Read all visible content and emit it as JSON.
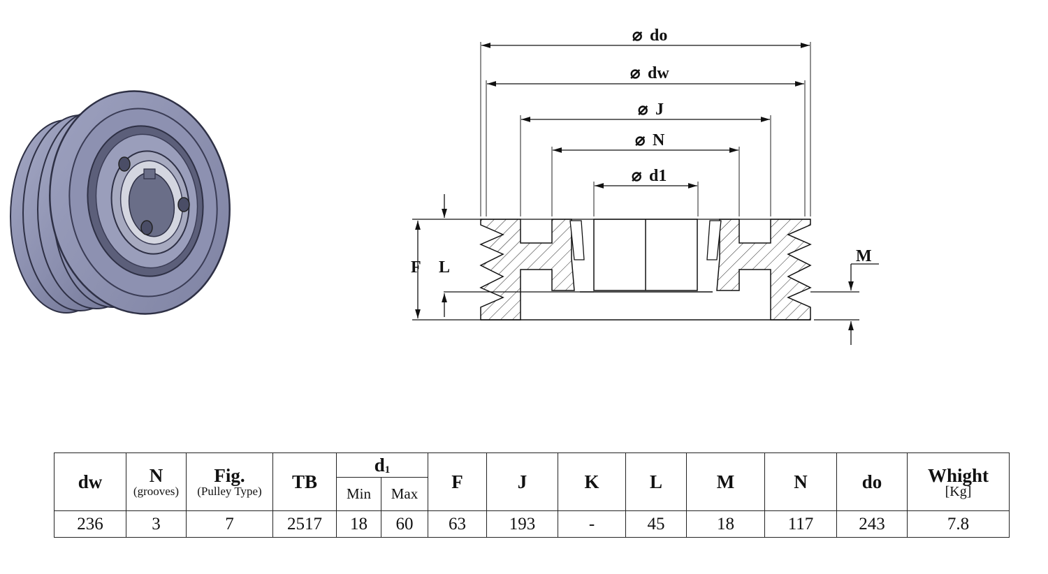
{
  "drawing": {
    "dims": {
      "do": "do",
      "dw": "dw",
      "J": "J",
      "N": "N",
      "d1": "d1",
      "F": "F",
      "L": "L",
      "M": "M"
    },
    "diameter_symbol": "⌀"
  },
  "table": {
    "headers": {
      "dw": "dw",
      "N": "N",
      "N_sub": "(grooves)",
      "Fig": "Fig.",
      "Fig_sub": "(Pulley Type)",
      "TB": "TB",
      "d1_main": "d",
      "d1_sub": "1",
      "min": "Min",
      "max": "Max",
      "F": "F",
      "J": "J",
      "K": "K",
      "L": "L",
      "M": "M",
      "N2": "N",
      "do": "do",
      "weight": "Whight",
      "weight_unit": "[Kg]"
    },
    "row": {
      "dw": "236",
      "N": "3",
      "Fig": "7",
      "TB": "2517",
      "d1_min": "18",
      "d1_max": "60",
      "F": "63",
      "J": "193",
      "K": "-",
      "L": "45",
      "M": "18",
      "N2": "117",
      "do": "243",
      "weight": "7.8"
    }
  }
}
